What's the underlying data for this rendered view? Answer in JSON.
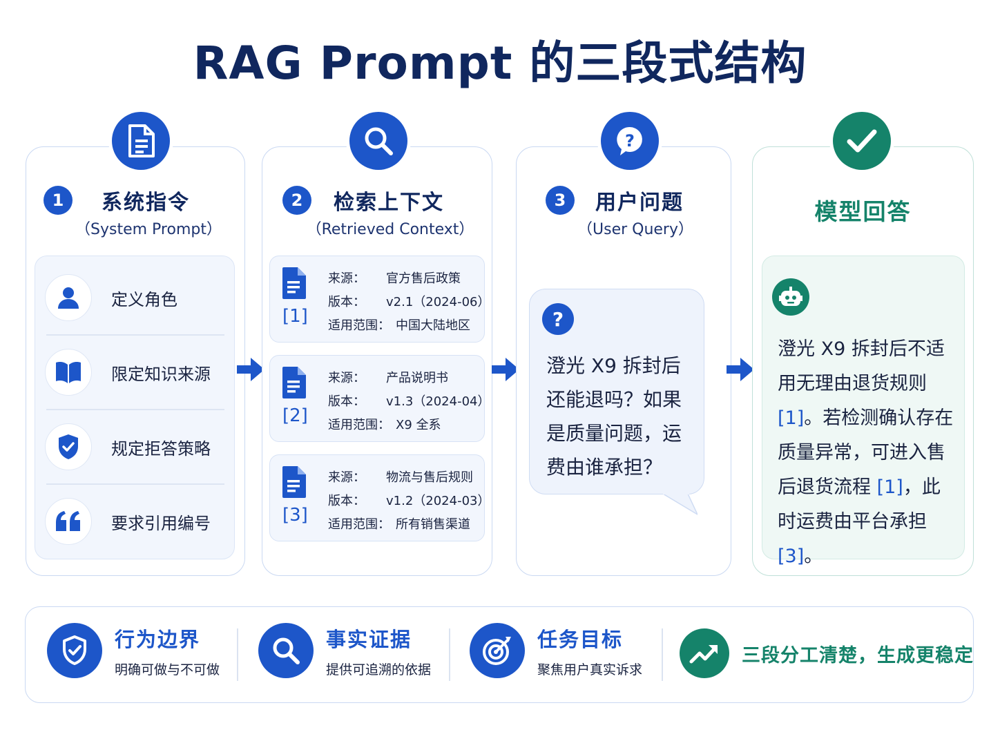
{
  "title": "RAG Prompt 的三段式结构",
  "sections": [
    {
      "num": "1",
      "title": "系统指令",
      "subtitle": "（System Prompt）",
      "items": [
        {
          "label": "定义角色",
          "icon": "user-icon"
        },
        {
          "label": "限定知识来源",
          "icon": "book-icon"
        },
        {
          "label": "规定拒答策略",
          "icon": "shield-check-icon"
        },
        {
          "label": "要求引用编号",
          "icon": "quote-icon"
        }
      ]
    },
    {
      "num": "2",
      "title": "检索上下文",
      "subtitle": "（Retrieved Context）",
      "docs": [
        {
          "ref": "[1]",
          "source_key": "来源：",
          "source": "官方售后政策",
          "version_key": "版本：",
          "version": "v2.1（2024-06）",
          "scope_key": "适用范围：",
          "scope": "中国大陆地区"
        },
        {
          "ref": "[2]",
          "source_key": "来源：",
          "source": "产品说明书",
          "version_key": "版本：",
          "version": "v1.3（2024-04）",
          "scope_key": "适用范围：",
          "scope": "X9 全系"
        },
        {
          "ref": "[3]",
          "source_key": "来源：",
          "source": "物流与售后规则",
          "version_key": "版本：",
          "version": "v1.2（2024-03）",
          "scope_key": "适用范围：",
          "scope": "所有销售渠道"
        }
      ]
    },
    {
      "num": "3",
      "title": "用户问题",
      "subtitle": "（User Query）",
      "question": "澄光 X9 拆封后还能退吗？如果是质量问题，运费由谁承担？"
    }
  ],
  "answer": {
    "title": "模型回答",
    "parts": [
      {
        "t": "澄光 X9 拆封后不适用无理由退货规则 ",
        "ref": false
      },
      {
        "t": "[1]",
        "ref": true
      },
      {
        "t": "。若检测确认存在质量异常，可进入售后退货流程 ",
        "ref": false
      },
      {
        "t": "[1]",
        "ref": true
      },
      {
        "t": "，此时运费由平台承担 ",
        "ref": false
      },
      {
        "t": "[3]",
        "ref": true
      },
      {
        "t": "。",
        "ref": false
      }
    ]
  },
  "features": [
    {
      "title": "行为边界",
      "sub": "明确可做与不可做",
      "icon": "shield-check-icon"
    },
    {
      "title": "事实证据",
      "sub": "提供可追溯的依据",
      "icon": "search-icon"
    },
    {
      "title": "任务目标",
      "sub": "聚焦用户真实诉求",
      "icon": "target-icon"
    }
  ],
  "summary": {
    "text": "三段分工清楚，生成更稳定",
    "icon": "trend-up-icon"
  },
  "colors": {
    "primary": "#1d56c9",
    "green": "#15836a",
    "navy": "#10275e"
  }
}
